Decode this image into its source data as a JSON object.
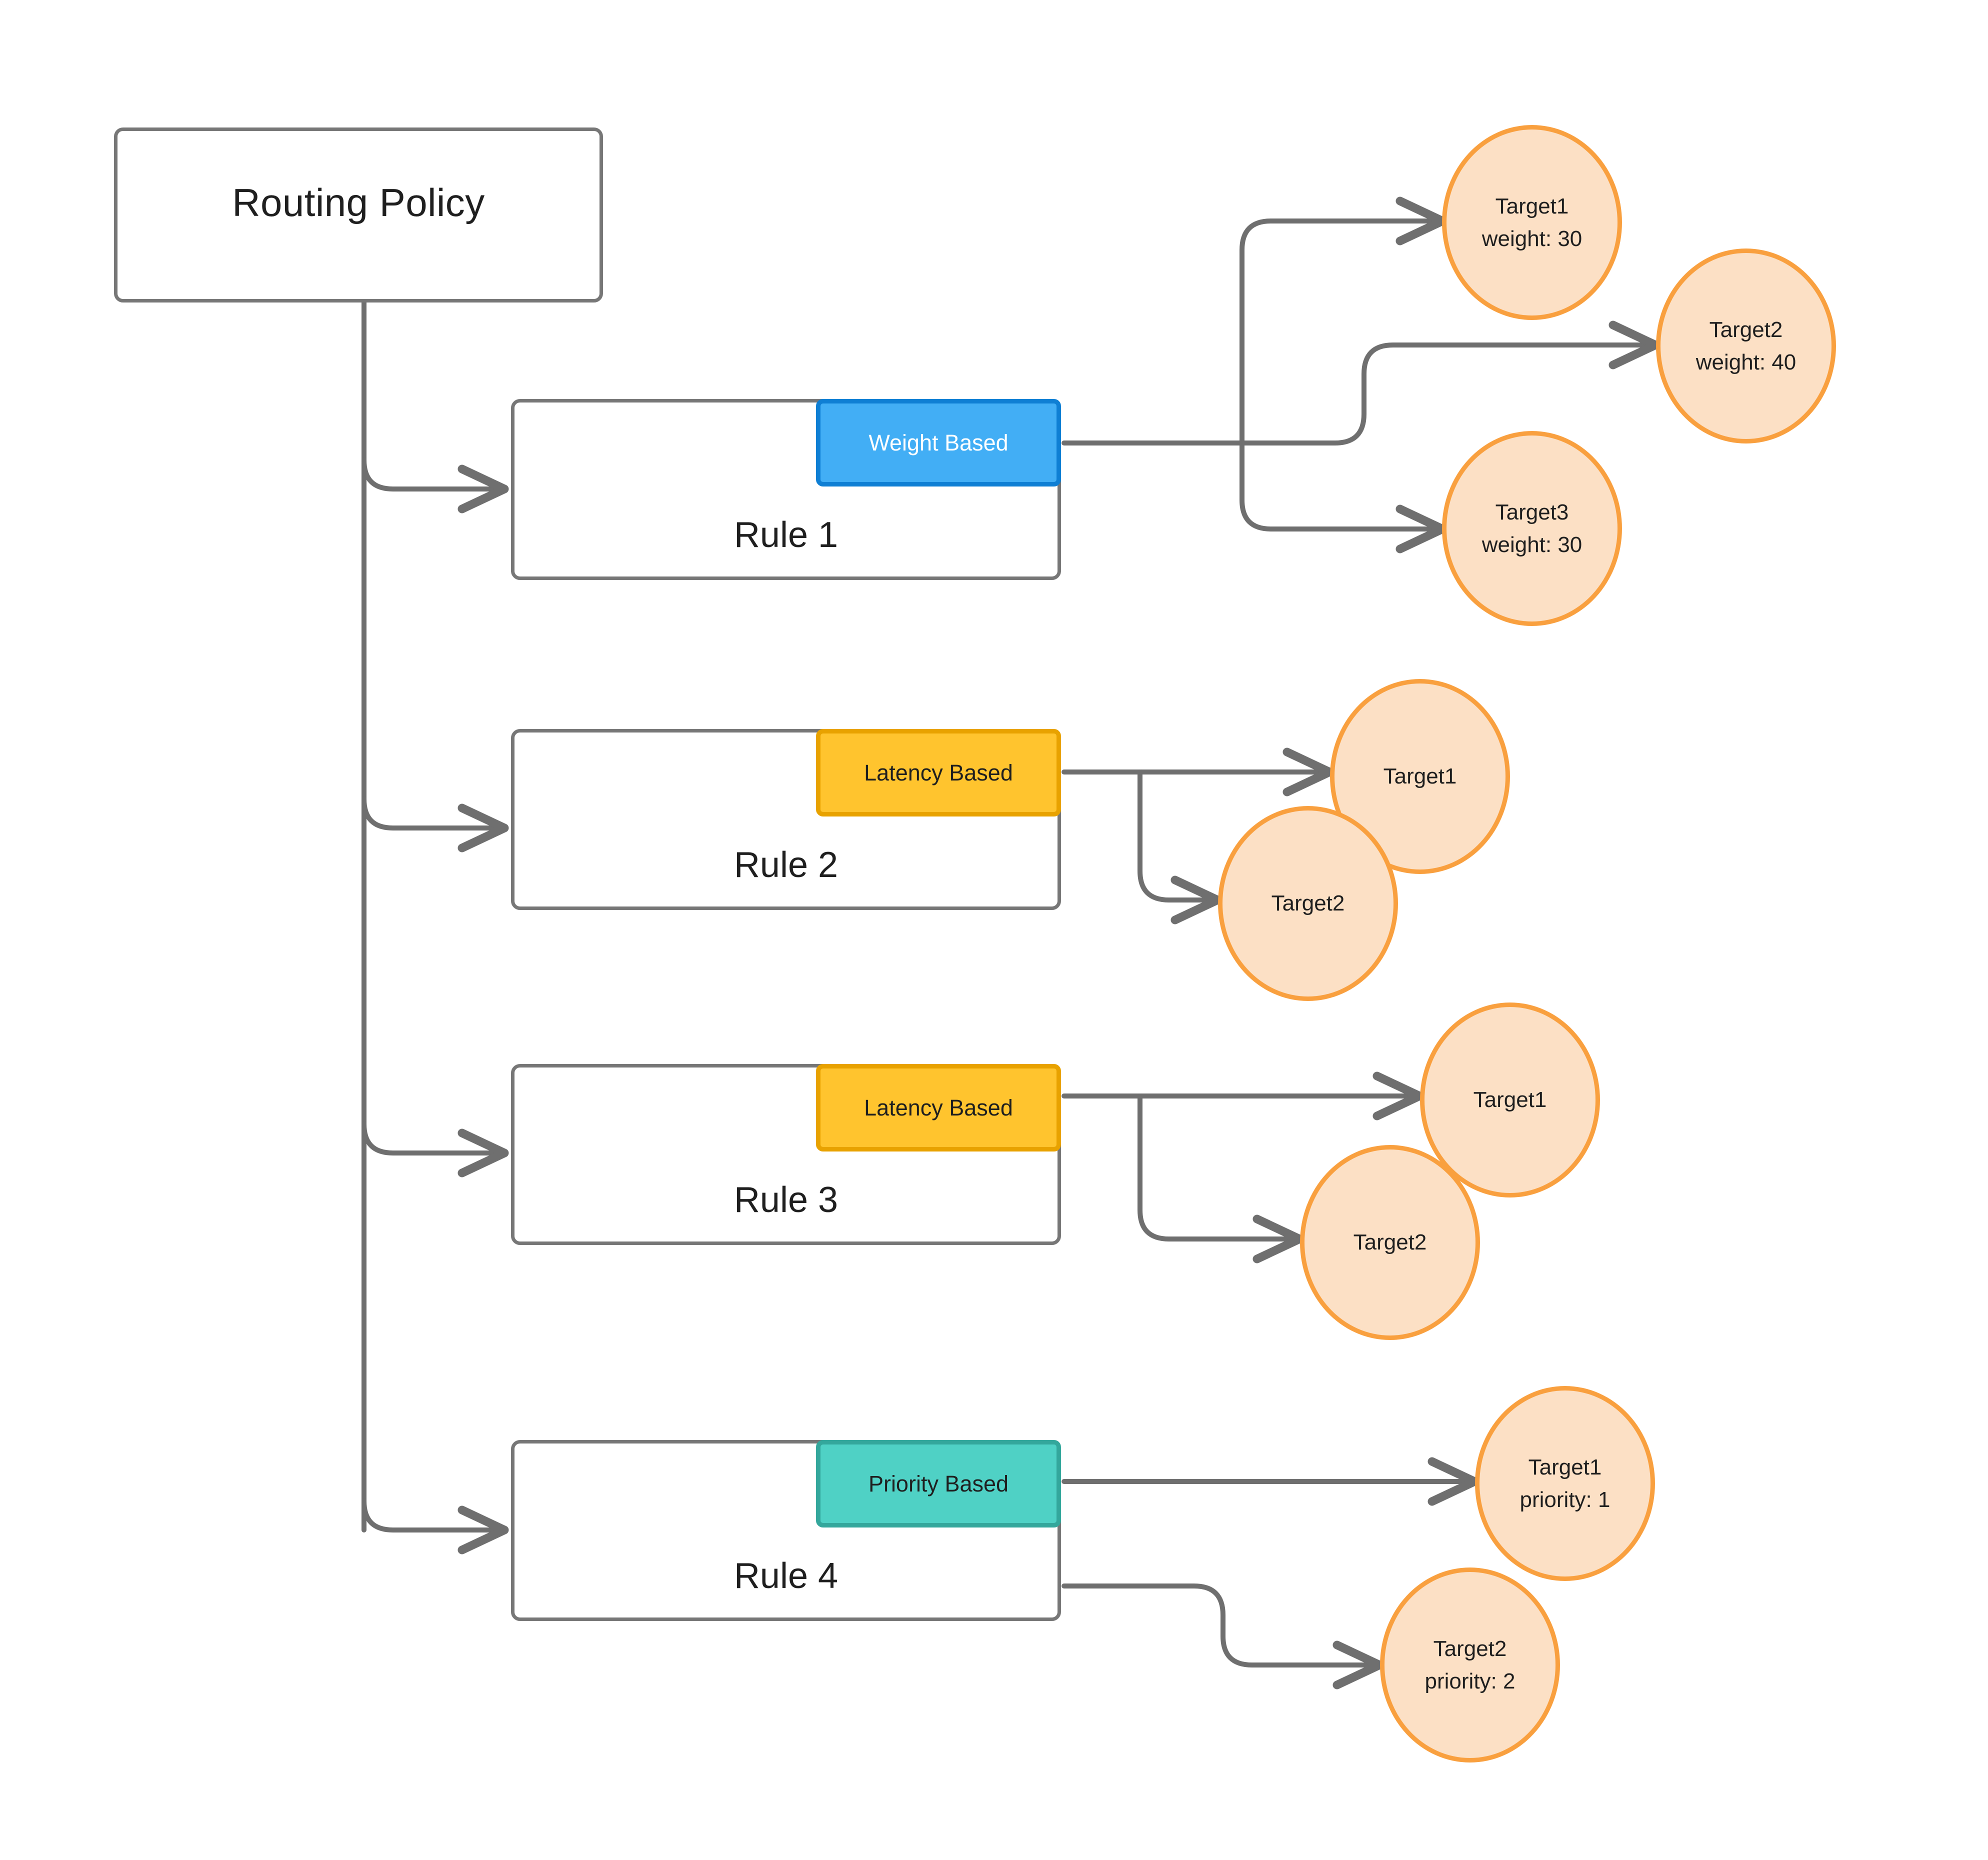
{
  "diagram": {
    "title_node": {
      "label": "Routing Policy"
    },
    "rules": [
      {
        "id": "rule-1",
        "label": "Rule 1",
        "badge": {
          "label": "Weight Based",
          "kind": "weight",
          "color": "#42AEF5",
          "border_color": "#0F7FD4",
          "text_color": "#FFFFFF"
        },
        "targets": [
          {
            "name": "Target1",
            "detail": "weight: 30"
          },
          {
            "name": "Target2",
            "detail": "weight: 40"
          },
          {
            "name": "Target3",
            "detail": "weight: 30"
          }
        ]
      },
      {
        "id": "rule-2",
        "label": "Rule 2",
        "badge": {
          "label": "Latency Based",
          "kind": "latency",
          "color": "#FFC42E",
          "border_color": "#E8A200",
          "text_color": "#1F1F1F"
        },
        "targets": [
          {
            "name": "Target1",
            "detail": ""
          },
          {
            "name": "Target2",
            "detail": ""
          }
        ]
      },
      {
        "id": "rule-3",
        "label": "Rule 3",
        "badge": {
          "label": "Latency Based",
          "kind": "latency",
          "color": "#FFC42E",
          "border_color": "#E8A200",
          "text_color": "#1F1F1F"
        },
        "targets": [
          {
            "name": "Target1",
            "detail": ""
          },
          {
            "name": "Target2",
            "detail": ""
          }
        ]
      },
      {
        "id": "rule-4",
        "label": "Rule 4",
        "badge": {
          "label": "Priority Based",
          "kind": "priority",
          "color": "#4FD1C5",
          "border_color": "#34A79C",
          "text_color": "#1F1F1F"
        },
        "targets": [
          {
            "name": "Target1",
            "detail": "priority: 1"
          },
          {
            "name": "Target2",
            "detail": "priority: 2"
          }
        ]
      }
    ],
    "style": {
      "node_stroke": "#777777",
      "target_fill": "#FCE0C5",
      "target_stroke": "#F9A03F",
      "connector_stroke": "#6F6F6F",
      "background": "#FFFFFF"
    }
  }
}
